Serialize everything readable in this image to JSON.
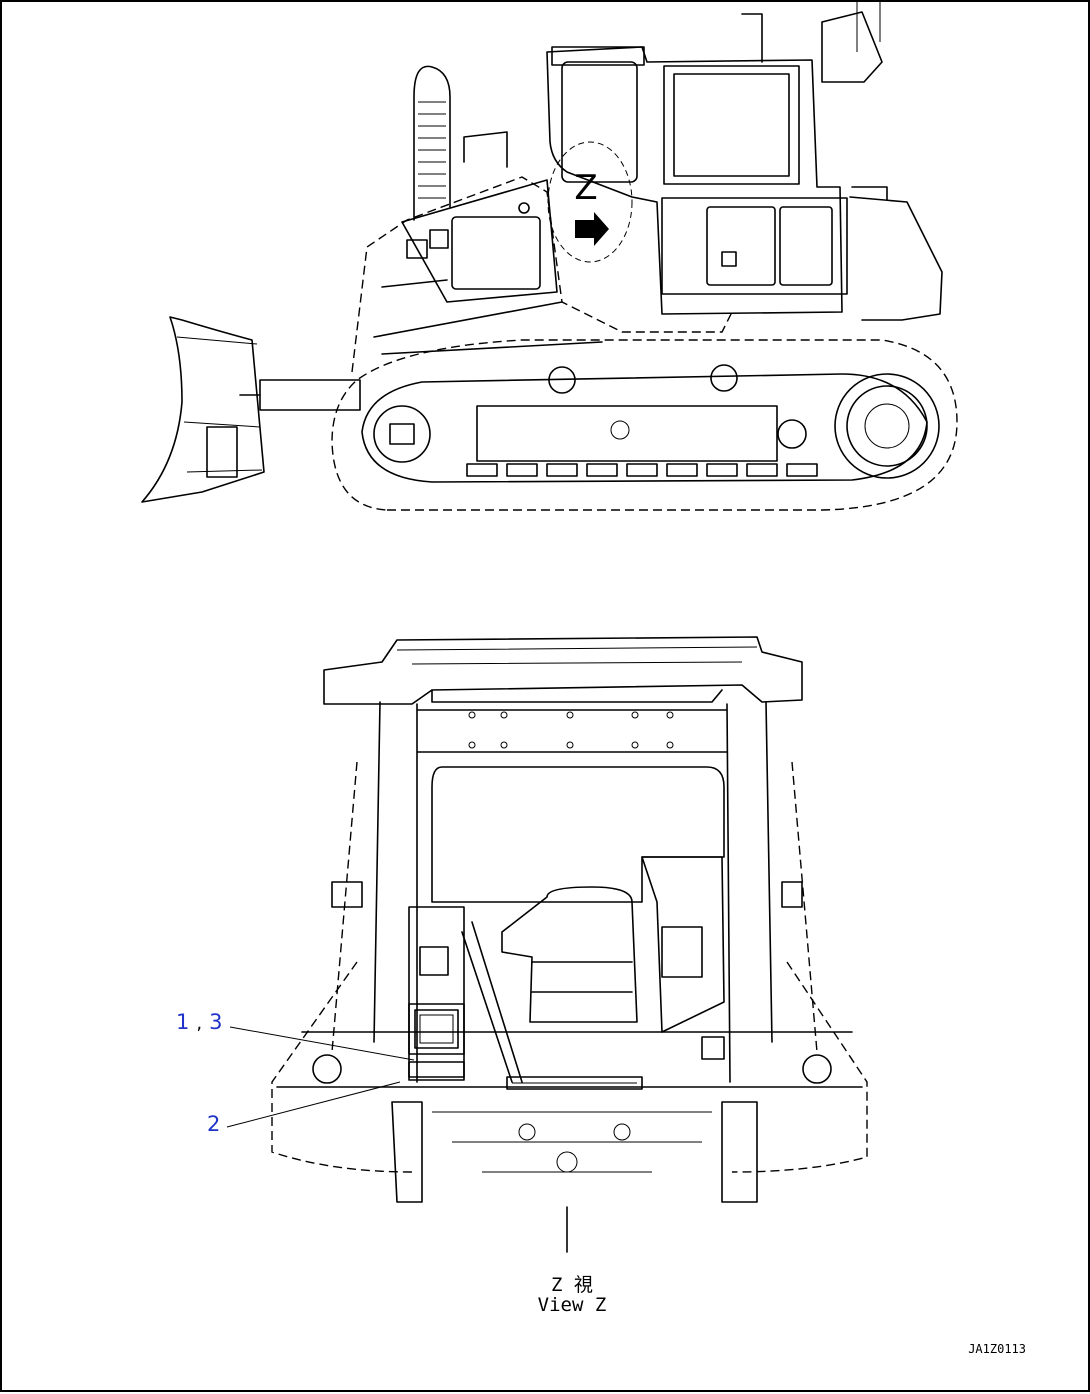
{
  "side_view": {
    "view_letter": "Z"
  },
  "front_view": {
    "callouts": [
      {
        "items": [
          "1",
          "3"
        ],
        "separator": ","
      },
      {
        "items": [
          "2"
        ],
        "separator": ""
      }
    ],
    "caption_line1": "Z 視",
    "caption_line2": "View Z"
  },
  "drawing_ref": "JA1Z0113",
  "colors": {
    "callout": "#1f33c9",
    "line": "#000000",
    "background": "#ffffff"
  }
}
